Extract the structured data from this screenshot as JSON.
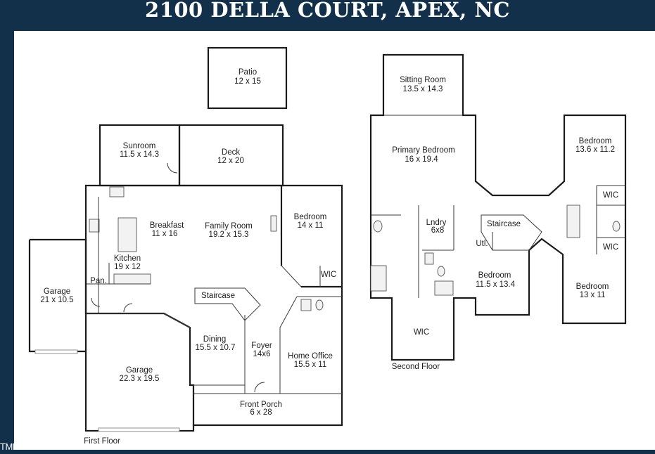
{
  "header": {
    "title": "2100 DELLA COURT, APEX, NC"
  },
  "watermark": "TMLS",
  "floors": {
    "first": {
      "label": "First Floor",
      "rooms": [
        {
          "id": "patio",
          "name": "Patio",
          "dims": "12 x 15"
        },
        {
          "id": "sunroom",
          "name": "Sunroom",
          "dims": "11.5 x 14.3"
        },
        {
          "id": "deck",
          "name": "Deck",
          "dims": "12 x 20"
        },
        {
          "id": "breakfast",
          "name": "Breakfast",
          "dims": "11 x 16"
        },
        {
          "id": "family-room",
          "name": "Family Room",
          "dims": "19.2 x 15.3"
        },
        {
          "id": "bedroom-1",
          "name": "Bedroom",
          "dims": "14 x 11"
        },
        {
          "id": "kitchen",
          "name": "Kitchen",
          "dims": "19 x 12"
        },
        {
          "id": "pantry",
          "name": "Pan.",
          "dims": ""
        },
        {
          "id": "wic-1",
          "name": "WIC",
          "dims": ""
        },
        {
          "id": "staircase-1",
          "name": "Staircase",
          "dims": ""
        },
        {
          "id": "garage-1",
          "name": "Garage",
          "dims": "21 x 10.5"
        },
        {
          "id": "dining",
          "name": "Dining",
          "dims": "15.5 x 10.7"
        },
        {
          "id": "foyer",
          "name": "Foyer",
          "dims": "14x6"
        },
        {
          "id": "home-office",
          "name": "Home Office",
          "dims": "15.5 x 11"
        },
        {
          "id": "garage-2",
          "name": "Garage",
          "dims": "22.3 x 19.5"
        },
        {
          "id": "front-porch",
          "name": "Front Porch",
          "dims": "6 x 28"
        }
      ]
    },
    "second": {
      "label": "Second Floor",
      "rooms": [
        {
          "id": "sitting-room",
          "name": "Sitting Room",
          "dims": "13.5 x 14.3"
        },
        {
          "id": "primary-bedroom",
          "name": "Primary Bedroom",
          "dims": "16 x 19.4"
        },
        {
          "id": "bedroom-2",
          "name": "Bedroom",
          "dims": "13.6 x 11.2"
        },
        {
          "id": "laundry",
          "name": "Lndry",
          "dims": "6x8"
        },
        {
          "id": "staircase-2",
          "name": "Staircase",
          "dims": ""
        },
        {
          "id": "utility",
          "name": "Utl.",
          "dims": ""
        },
        {
          "id": "wic-2",
          "name": "WIC",
          "dims": ""
        },
        {
          "id": "wic-3",
          "name": "WIC",
          "dims": ""
        },
        {
          "id": "bedroom-3",
          "name": "Bedroom",
          "dims": "11.5 x 13.4"
        },
        {
          "id": "bedroom-4",
          "name": "Bedroom",
          "dims": "13 x 11"
        },
        {
          "id": "wic-4",
          "name": "WIC",
          "dims": ""
        }
      ]
    }
  }
}
